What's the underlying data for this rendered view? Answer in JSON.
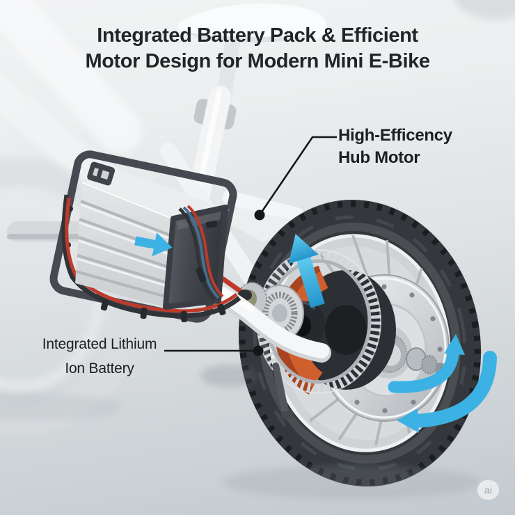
{
  "title": {
    "line1": "Integrated Battery Pack & Efficient",
    "line2": "Motor Design for Modern Mini E-Bike"
  },
  "callouts": {
    "hub_motor": {
      "line1": "High-Efficency",
      "line2": "Hub Motor"
    },
    "battery": {
      "line1": "Integrated Lithium",
      "line2": "Ion Battery"
    }
  },
  "watermark": {
    "text": "ai"
  },
  "colors": {
    "title_text": "#222528",
    "label_text": "#1c1e21",
    "leader_line": "#141619",
    "accent_blue": "#3cb2e4",
    "accent_orange": "#cf5f2c",
    "cable_red": "#bf3a2b",
    "tire_dark": "#34383c",
    "badge_bg": "#e8eaeb",
    "badge_text": "#9ca1a6"
  }
}
